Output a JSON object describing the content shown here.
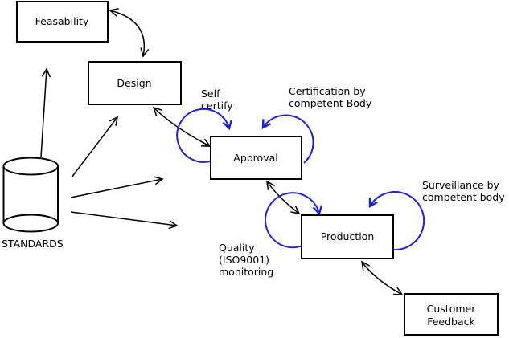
{
  "diagram": {
    "colors": {
      "accent_blue": "#2222cc",
      "line_black": "#000000",
      "background": "#ffffff"
    },
    "nodes": {
      "feasability": {
        "label": "Feasability"
      },
      "design": {
        "label": "Design"
      },
      "approval": {
        "label": "Approval"
      },
      "production": {
        "label": "Production"
      },
      "customer_feedback": {
        "lines": [
          "Customer",
          "Feedback"
        ]
      }
    },
    "datastore": {
      "label": "STANDARDS"
    },
    "annotations": {
      "self_certify": {
        "lines": [
          "Self",
          "certify"
        ]
      },
      "certification": {
        "lines": [
          "Certification by",
          "competent Body"
        ]
      },
      "surveillance": {
        "lines": [
          "Surveillance by",
          "competent body"
        ]
      },
      "quality": {
        "lines": [
          "Quality",
          "(ISO9001)",
          "monitoring"
        ]
      }
    },
    "edges": [
      {
        "from": "standards",
        "to": "feasability",
        "direction": "one-way",
        "color": "black"
      },
      {
        "from": "standards",
        "to": "design",
        "direction": "one-way",
        "color": "black"
      },
      {
        "from": "standards",
        "to": "approval",
        "direction": "one-way",
        "color": "black"
      },
      {
        "from": "standards",
        "to": "production",
        "direction": "one-way",
        "color": "black"
      },
      {
        "from": "feasability",
        "to": "design",
        "direction": "two-way",
        "color": "black"
      },
      {
        "from": "design",
        "to": "approval",
        "direction": "two-way",
        "color": "black"
      },
      {
        "from": "approval",
        "to": "production",
        "direction": "two-way",
        "color": "black"
      },
      {
        "from": "production",
        "to": "customer_feedback",
        "direction": "two-way",
        "color": "black"
      },
      {
        "from": "approval",
        "to": "approval",
        "label": "Self certify",
        "color": "blue"
      },
      {
        "from": "approval",
        "to": "approval",
        "label": "Certification by competent Body",
        "color": "blue"
      },
      {
        "from": "production",
        "to": "production",
        "label": "Quality (ISO9001) monitoring",
        "color": "blue"
      },
      {
        "from": "production",
        "to": "production",
        "label": "Surveillance by competent body",
        "color": "blue"
      }
    ]
  }
}
